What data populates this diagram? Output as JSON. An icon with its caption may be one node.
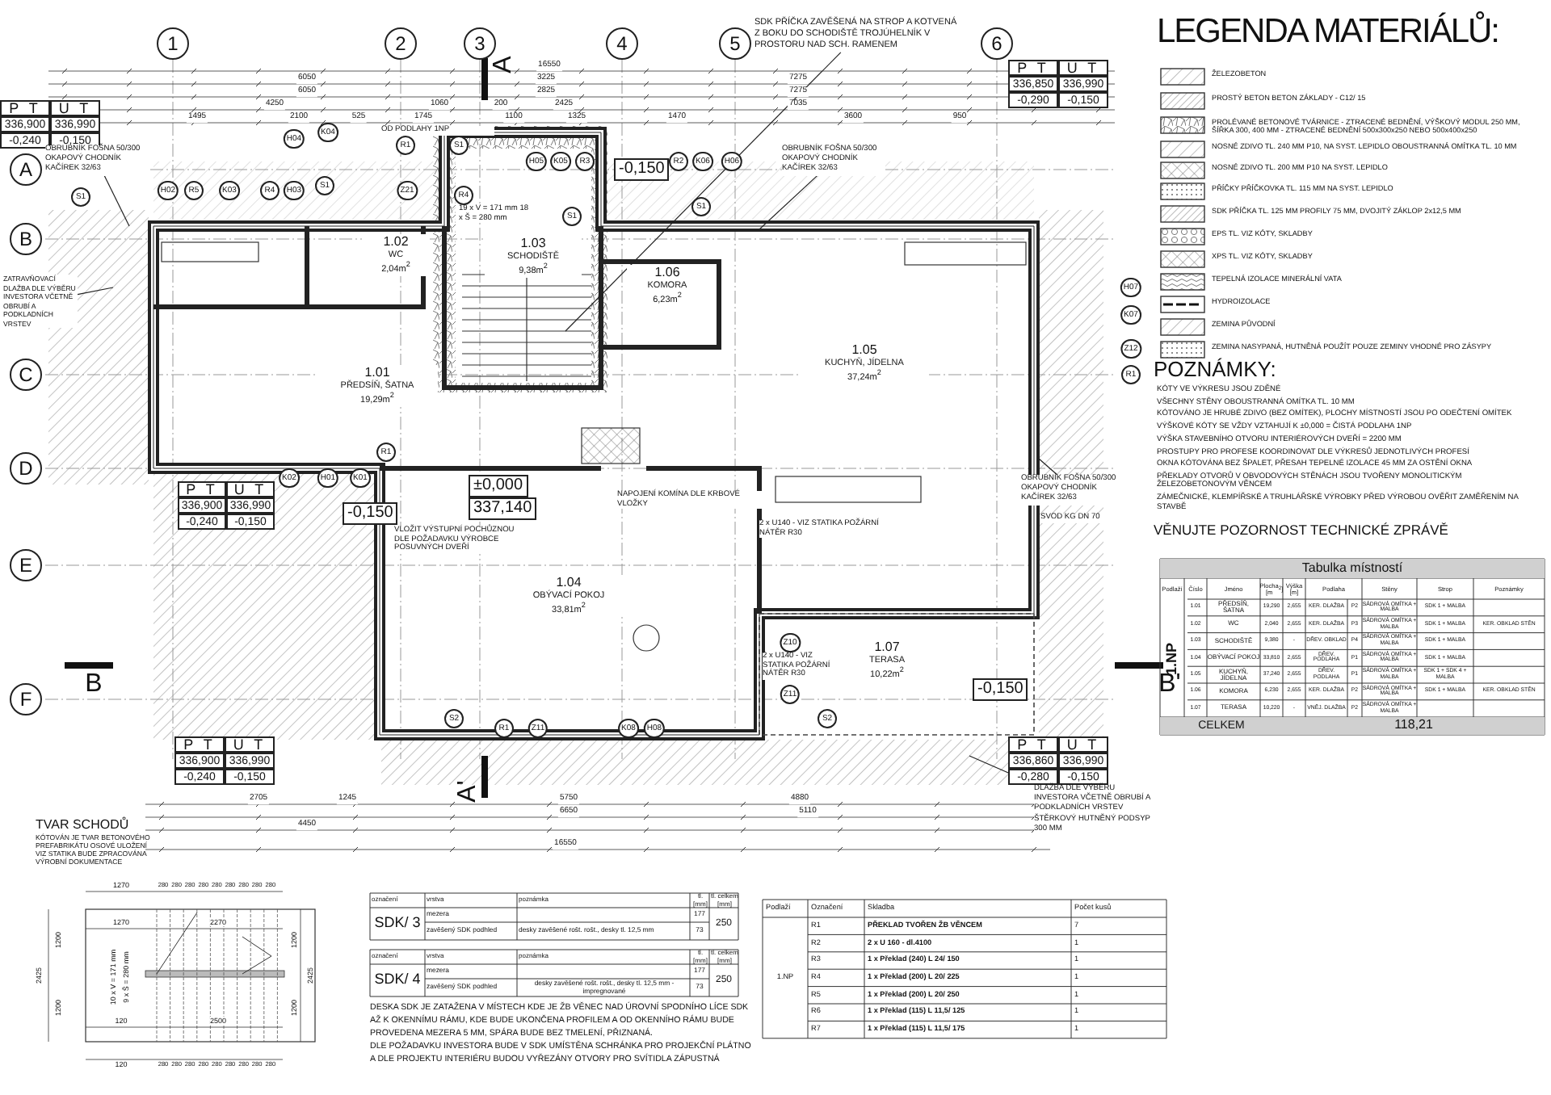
{
  "diagram": {
    "nodes": [
      {
        "text": [
          "1.01",
          "PŘEDSÍŇ, ŠATNA",
          "19,29m$^{2}$"
        ]
      },
      {
        "text": [
          "1.02",
          "WC",
          "2,04m$^{2}$"
        ]
      },
      {
        "text": [
          "1.03",
          "SCHODIŠTĚ",
          "9,38m$^{2}$"
        ]
      },
      {
        "text": [
          "1.04",
          "OBÝVACÍ POKOJ",
          "33,81m$^{2}$"
        ]
      },
      {
        "text": [
          "1.05",
          "KUCHYŇ, JÍDELNA",
          "37,24m$^{2}$"
        ]
      },
      {
        "text": [
          "1.06",
          "KOMORA",
          "6,23m$^{2}$"
        ]
      },
      {
        "text": [
          "1.07",
          "TERASA",
          "10,22m$^{2}$"
        ]
      },
      {
        "text": [
          "SDK PŘÍČKA ZAVĚŠENÁ NA STROP A KOTVENÁ Z BOKU DO SCHODIŠTĚ TROJÚHELNÍK V PROSTORU NAD SCH. RAMENEM"
        ]
      },
      {
        "text": [
          "OBRUBNÍK FOŠNA 50/300 OKAPOVÝ CHODNÍK KAČÍREK 32/63"
        ]
      },
      {
        "text": [
          "OBRUBNÍK FOŠNA 50/300 OKAPOVÝ CHODNÍK KAČÍREK 32/63"
        ]
      },
      {
        "text": [
          "OBRUBNÍK FOŠNA 50/300 OKAPOVÝ CHODNÍK KAČÍREK 32/63"
        ]
      },
      {
        "text": [
          "ZATRAVŇOVACÍ DLAŽBA DLE VÝBĚRU INVESTORA VČETNĚ OBRUBÍ A PODKLADNÍCH VRSTEV"
        ]
      },
      {
        "text": [
          "DLAŽBA DLE VÝBĚRU INVESTORA VČETNĚ OBRUBÍ A PODKLADNÍCH VRSTEV ŠTĚRKOVÝ HUTNĚNÝ PODSYP 300 MM"
        ]
      }
    ],
    "edges": [
      {
        "from": 7,
        "to": null,
        "arrow": "none"
      },
      {
        "from": 8,
        "to": null,
        "arrow": "none"
      },
      {
        "from": 9,
        "to": null,
        "arrow": "none"
      },
      {
        "from": 10,
        "to": null,
        "arrow": "none"
      },
      {
        "from": 11,
        "to": null,
        "arrow": "none"
      },
      {
        "from": 12,
        "to": null,
        "arrow": "none"
      }
    ],
    "labels": [
      "1",
      "2",
      "3",
      "4",
      "5",
      "6",
      "A",
      "B",
      "C",
      "D",
      "E",
      "F",
      "A",
      "A'",
      "B",
      "B'",
      "P T",
      "U T",
      "336,900",
      "336,990",
      "-0,240",
      "-0,150",
      "P T",
      "U T",
      "336,850",
      "336,990",
      "-0,290",
      "-0,150",
      "P T",
      "U T",
      "336,900",
      "336,990",
      "-0,240",
      "-0,150",
      "P T",
      "U T",
      "336,900",
      "336,990",
      "-0,240",
      "-0,150",
      "P T",
      "U T",
      "336,860",
      "336,990",
      "-0,280",
      "-0,150",
      "-0,150",
      "-0,150",
      "-0,150",
      "±0,000",
      "337,140",
      "16550",
      "6050",
      "3225",
      "7275",
      "6050",
      "2825",
      "7275",
      "4250",
      "1060",
      "200",
      "2425",
      "7035",
      "1495",
      "2100",
      "525",
      "1745",
      "1100",
      "1325",
      "1470",
      "3600",
      "950",
      "2705",
      "1245",
      "5750",
      "4880",
      "4450",
      "6650",
      "5110",
      "16550",
      "H04",
      "K04",
      "R1",
      "S1",
      "Z21",
      "R4",
      "H05",
      "K05",
      "R3",
      "R2",
      "K06",
      "H06",
      "H02",
      "R5",
      "K03",
      "R4",
      "H03",
      "S1",
      "S1",
      "S1",
      "S1",
      "H07",
      "K07",
      "Z12",
      "R1",
      "K02",
      "H01",
      "K01",
      "R1",
      "R1",
      "Z11",
      "K08",
      "H08",
      "Z10",
      "Z11",
      "S2",
      "S2",
      "OD PODLAHY 1NP",
      "19 x V = 171 mm 18 x Š = 280 mm",
      "VLOŽIT VÝSTUPNÍ POCHŮZNOU DLE POŽADAVKU VÝROBCE POSUVNÝCH DVEŘÍ",
      "NAPOJENÍ KOMÍNA DLE KRBOVÉ VLOŽKY",
      "2 x U140 - VIZ STATIKA POŽÁRNÍ NÁTĚR R30",
      "2 x U140 - VIZ STATIKA POŽÁRNÍ NÁTĚR R30",
      "SVOD KG DN 70",
      "TVAR SCHODŮ",
      "KÓTOVÁN JE TVAR BETONOVÉHO PREFABRIKÁTU OSOVÉ ULOŽENÍ VIZ STATIKA BUDE ZPRACOVÁNA VÝROBNÍ DOKUMENTACE",
      "1270",
      "280",
      "280",
      "280",
      "280",
      "280",
      "280",
      "280",
      "280",
      "280",
      "1270",
      "2270",
      "10 x V = 171 mm",
      "9 x Š = 280 mm",
      "120",
      "2500",
      "120",
      "280",
      "280",
      "280",
      "280",
      "280",
      "280",
      "280",
      "280",
      "280",
      "2425",
      "2425",
      "1200",
      "1200",
      "1200",
      "1200",
      "LEGENDA MATERIÁLŮ:",
      "POZNÁMKY:",
      "KÓTY VE VÝKRESU JSOU ZDĚNÉ",
      "VŠECHNY STĚNY OBOUSTRANNÁ OMÍTKA TL. 10 MM",
      "KÓTOVÁNO JE HRUBÉ ZDIVO (BEZ OMÍTEK), PLOCHY MÍSTNOSTÍ JSOU PO ODEČTENÍ OMÍTEK",
      "VÝŠKOVÉ KÓTY SE VŽDY VZTAHUJÍ K ±0,000 = ČISTÁ PODLAHA 1NP",
      "VÝŠKA STAVEBNÍHO OTVORU INTERIÉROVÝCH DVEŘÍ = 2200 MM",
      "PROSTUPY PRO PROFESE KOORDINOVAT DLE VÝKRESŮ JEDNOTLIVÝCH PROFESÍ",
      "OKNA KÓTOVÁNA BEZ ŠPALET, PŘESAH TEPELNÉ IZOLACE 45 MM ZA OSTĚNÍ OKNA",
      "PŘEKLADY OTVORŮ V OBVODOVÝCH STĚNÁCH JSOU TVOŘENY MONOLITICKÝM ŽELEZOBETONOVÝM VĚNCEM",
      "ZÁMEČNICKÉ, KLEMPÍŘSKÉ A TRUHLÁŘSKÉ VÝROBKY PŘED VÝROBOU OVĚŘIT ZAMĚŘENÍM NA STAVBĚ",
      "VĚNUJTE POZORNOST TECHNICKÉ ZPRÁVĚ",
      "Tabulka místností",
      "Podlaží",
      "Číslo",
      "Jméno",
      "Plocha [m$^{2}$]",
      "Výška [m]",
      "Podlaha",
      "Stěny",
      "Strop",
      "Poznámky",
      "1.NP",
      "1.01",
      "PŘEDSÍŇ, ŠATNA",
      "19,290",
      "2,655",
      "KER. DLAŽBA",
      "P2",
      "SÁDROVÁ OMÍTKA + MALBA",
      "SDK 1 + MALBA",
      "1.02",
      "WC",
      "2,040",
      "2,655",
      "KER. DLAŽBA",
      "P3",
      "SÁDROVÁ OMÍTKA + MALBA",
      "SDK 1 + MALBA",
      "KER. OBKLAD STĚN",
      "1.03",
      "SCHODIŠTĚ",
      "9,380",
      "-",
      "DŘEV. OBKLAD",
      "P4",
      "SÁDROVÁ OMÍTKA + MALBA",
      "SDK 1 + MALBA",
      "1.04",
      "OBÝVACÍ POKOJ",
      "33,810",
      "2,655",
      "DŘEV. PODLAHA",
      "P1",
      "SÁDROVÁ OMÍTKA + MALBA",
      "SDK 1 + MALBA",
      "1.05",
      "KUCHYŇ, JÍDELNA",
      "37,240",
      "2,655",
      "DŘEV. PODLAHA",
      "P1",
      "SÁDROVÁ OMÍTKA + MALBA",
      "SDK 1 + SDK 4 + MALBA",
      "1.06",
      "KOMORA",
      "6,230",
      "2,655",
      "KER. DLAŽBA",
      "P2",
      "SÁDROVÁ OMÍTKA + MALBA",
      "SDK 1 + MALBA",
      "KER. OBKLAD STĚN",
      "1.07",
      "TERASA",
      "10,220",
      "-",
      "VNĚJ. DLAŽBA",
      "P2",
      "SÁDROVÁ OMÍTKA + MALBA",
      "CELKEM",
      "118,21",
      "označení",
      "vrstva",
      "poznámka",
      "tl. [mm]",
      "tl. celkem [mm]",
      "SDK/ 3",
      "mezera",
      "177",
      "250",
      "zavěšený SDK podhled",
      "desky zavěšené rošt. rošt., desky tl. 12,5 mm",
      "73",
      "označení",
      "vrstva",
      "poznámka",
      "tl. [mm]",
      "tl. celkem [mm]",
      "SDK/ 4",
      "mezera",
      "177",
      "250",
      "zavěšený SDK podhled",
      "desky zavěšené rošt. rošt., desky tl. 12,5 mm - impregnované",
      "73",
      "DESKA SDK JE ZATAŽENA V MÍSTECH KDE JE ŽB VĚNEC NAD ÚROVNÍ SPODNÍHO LÍCE SDK AŽ K OKENNÍMU RÁMU, KDE BUDE UKONČENA PROFILEM A OD OKENNÍHO RÁMU BUDE PROVEDENA MEZERA 5 MM, SPÁRA BUDE BEZ TMELENÍ, PŘIZNANÁ.",
      "DLE POŽADAVKU INVESTORA BUDE V SDK UMÍSTĚNA SCHRÁNKA PRO PROJEKČNÍ PLÁTNO A DLE PROJEKTU INTERIÉRU BUDOU VYŘEZÁNY OTVORY PRO SVÍTIDLA ZÁPUSTNÁ",
      "Podlaží",
      "Označení",
      "Skladba",
      "Počet kusů",
      "1.NP",
      "R1",
      "PŘEKLAD TVOŘEN ŽB VĚNCEM",
      "7",
      "R2",
      "2 x U 160 - dl.4100",
      "1",
      "R3",
      "1 x Překlad (240) L 24/ 150",
      "1",
      "R4",
      "1 x Překlad (200) L 20/ 225",
      "1",
      "R5",
      "1 x Překlad (200) L 20/ 250",
      "1",
      "R6",
      "1 x Překlad (115) L 11,5/ 125",
      "1",
      "R7",
      "1 x Překlad (115) L 11,5/ 175",
      "1"
    ],
    "legend": [
      {
        "text": "ŽELEZOBETON"
      },
      {
        "text": "PROSTÝ BETON BETON ZÁKLADY - C12/ 15"
      },
      {
        "text": "PROLÉVANÉ BETONOVÉ TVÁRNICE - ZTRACENÉ BEDNĚNÍ, VÝŠKOVÝ MODUL 250 MM, ŠÍŘKA 300, 400 MM - ZTRACENÉ BEDNĚNÍ 500x300x250 NEBO 500x400x250"
      },
      {
        "text": "NOSNÉ ZDIVO TL. 240 MM P10, NA SYST. LEPIDLO OBOUSTRANNÁ OMÍTKA TL. 10 MM"
      },
      {
        "text": "NOSNÉ ZDIVO TL. 200 MM P10 NA SYST. LEPIDLO"
      },
      {
        "text": "PŘÍČKY PŘÍČKOVKA TL. 115 MM NA SYST. LEPIDLO"
      },
      {
        "text": "SDK PŘÍČKA TL. 125 MM PROFILY 75 MM, DVOJITÝ ZÁKLOP 2x12,5 MM"
      },
      {
        "text": "EPS TL. VIZ KÓTY, SKLADBY"
      },
      {
        "text": "XPS TL. VIZ KÓTY, SKLADBY"
      },
      {
        "text": "TEPELNÁ IZOLACE MINERÁLNÍ VATA"
      },
      {
        "text": "HYDROIZOLACE"
      },
      {
        "text": "ZEMINA PŮVODNÍ"
      },
      {
        "text": "ZEMINA NASYPANÁ, HUTNĚNÁ POUŽÍT POUZE ZEMINY VHODNÉ PRO ZÁSYPY"
      }
    ]
  }
}
